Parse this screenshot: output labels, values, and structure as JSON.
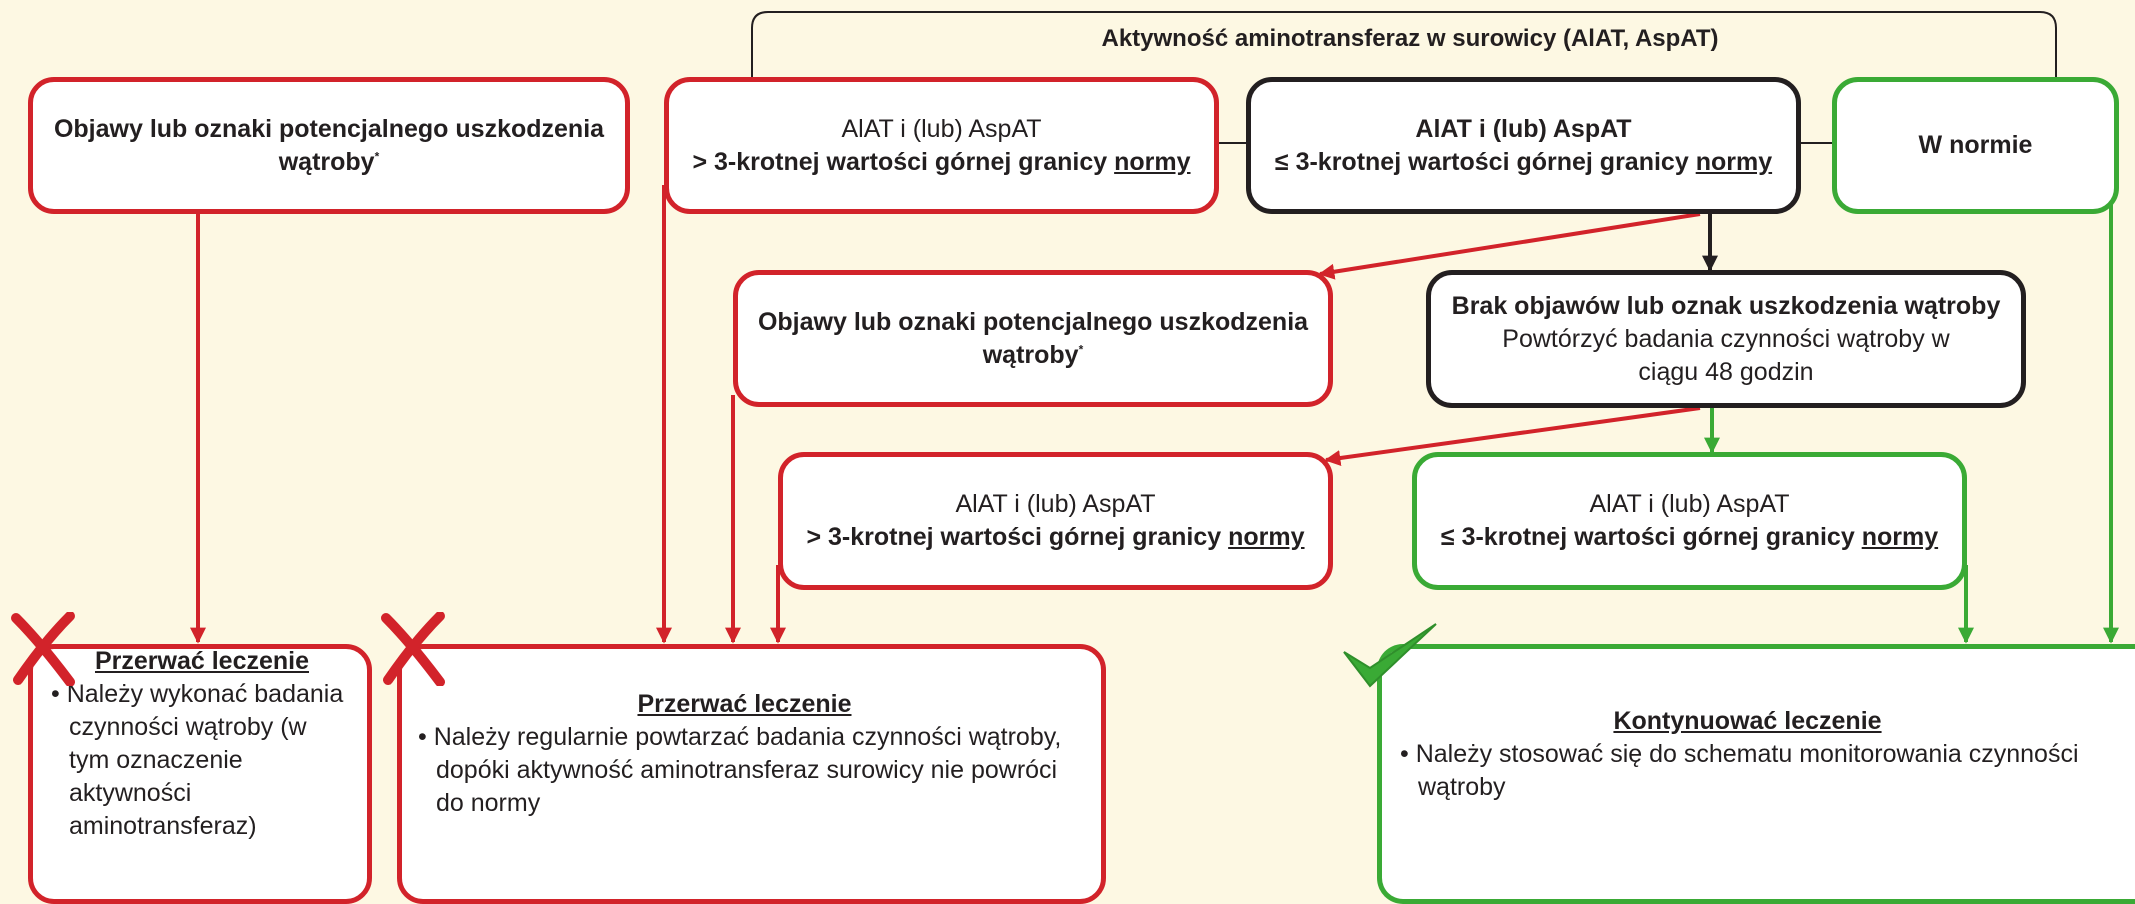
{
  "header": "Aktywność aminotransferaz w surowicy (AlAT, AspAT)",
  "box_symptoms_top": {
    "text": "Objawy lub oznaki potencjalnego uszkodzenia wątroby",
    "mark": "*"
  },
  "box_gt3_top": {
    "line1": "AlAT i (lub) AspAT",
    "line2_prefix": "> 3-krotnej wartości górnej granicy ",
    "line2_norm": "normy"
  },
  "box_le3_top": {
    "line1": "AlAT i (lub) AspAT",
    "line2_prefix": "≤ 3-krotnej wartości górnej granicy ",
    "line2_norm": "normy"
  },
  "box_normal": {
    "text": "W normie"
  },
  "box_symptoms_mid": {
    "text": "Objawy lub oznaki potencjalnego uszkodzenia wątroby",
    "mark": "*"
  },
  "box_no_symptoms": {
    "title": "Brak objawów lub oznak uszkodzenia wątroby",
    "body": "Powtórzyć badania czynności wątroby w ciągu 48 godzin"
  },
  "box_gt3_low": {
    "line1": "AlAT i (lub) AspAT",
    "line2_prefix": "> 3-krotnej wartości górnej granicy ",
    "line2_norm": "normy"
  },
  "box_le3_low": {
    "line1": "AlAT i (lub) AspAT",
    "line2_prefix": "≤ 3-krotnej wartości górnej granicy ",
    "line2_norm": "normy"
  },
  "outcome_stop1": {
    "title": "Przerwać leczenie",
    "bullet": "• Należy wykonać badania czynności wątroby (w tym oznaczenie aktywności aminotransferaz)",
    "icon": "cross-icon"
  },
  "outcome_stop2": {
    "title": "Przerwać leczenie",
    "bullet": "• Należy regularnie powtarzać badania czynności wątroby, dopóki aktywność aminotransferaz surowicy nie powróci do normy",
    "icon": "cross-icon"
  },
  "outcome_continue": {
    "title": "Kontynuować leczenie",
    "bullet": "• Należy stosować się do schematu monitorowania czynności wątroby",
    "icon": "checkmark-icon"
  },
  "colors": {
    "red": "#d2232a",
    "green": "#3aaa35",
    "black": "#231f20",
    "background": "#fdf8e3"
  }
}
